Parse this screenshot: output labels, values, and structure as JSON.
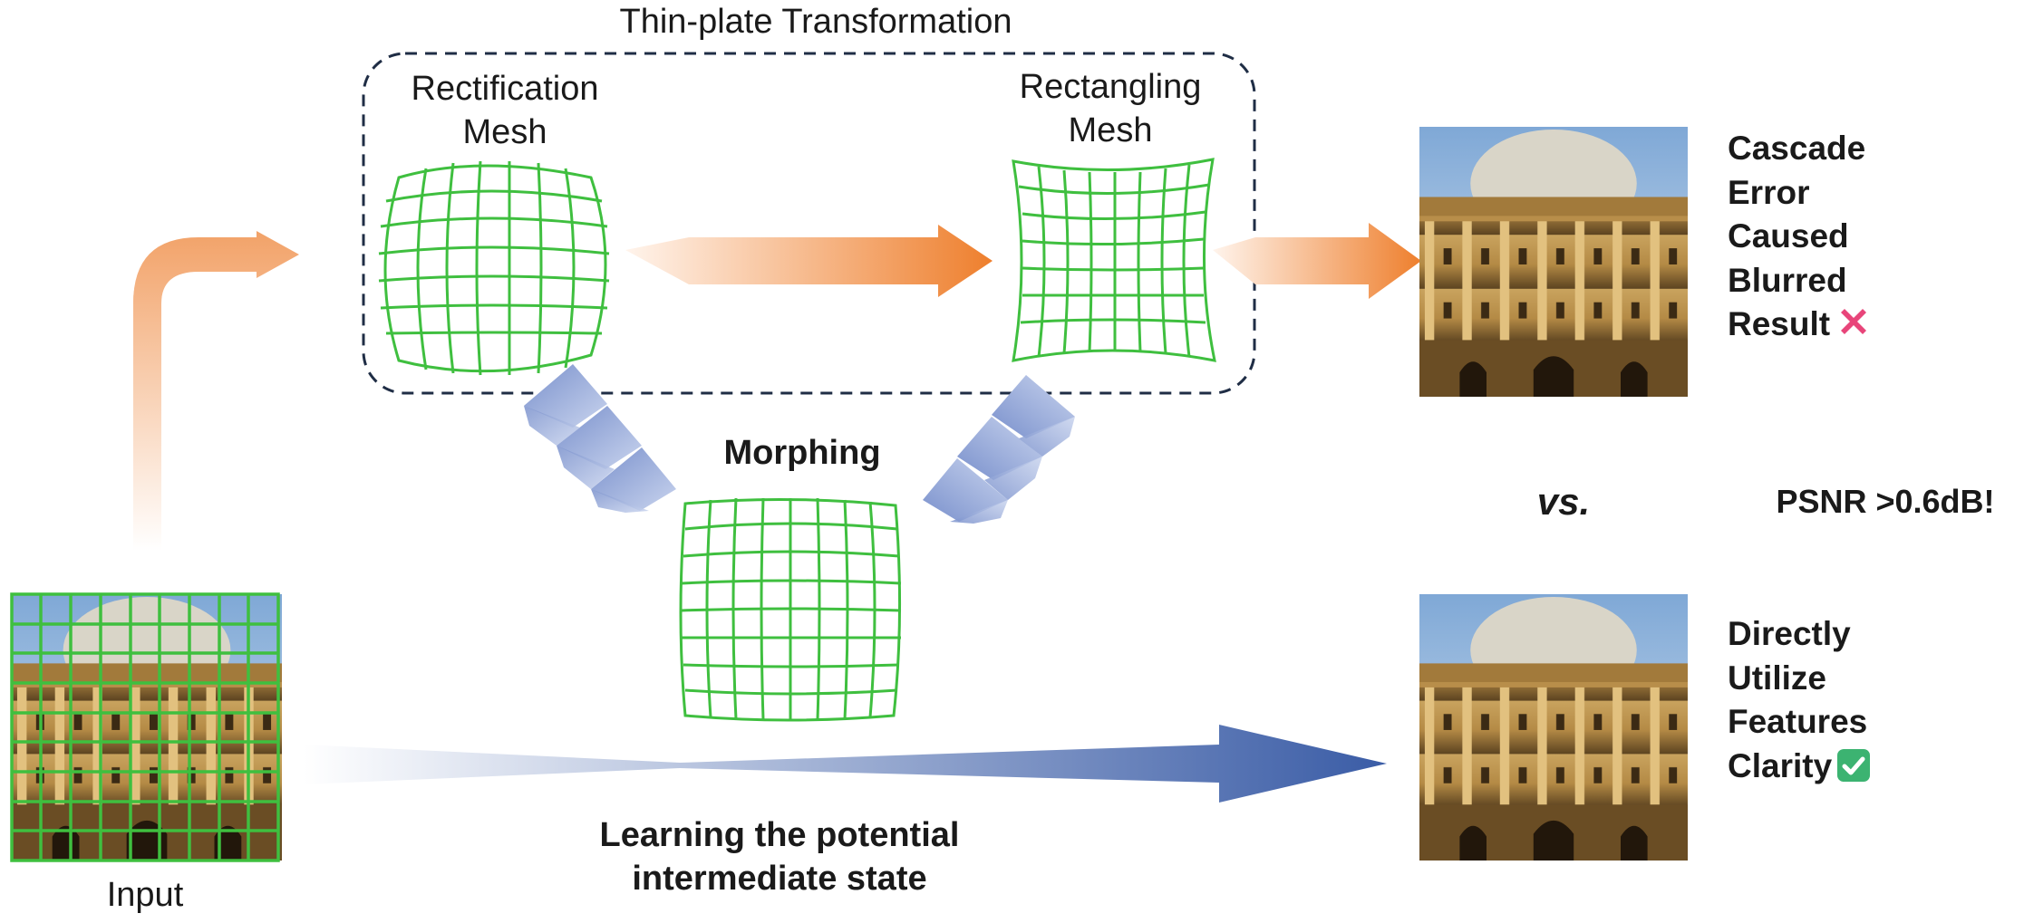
{
  "labels": {
    "thin_plate": "Thin-plate Transformation",
    "rectification_line1": "Rectification",
    "rectification_line2": "Mesh",
    "rectangling_line1": "Rectangling",
    "rectangling_line2": "Mesh",
    "morphing": "Morphing",
    "input": "Input",
    "learning_line1": "Learning the potential",
    "learning_line2": "intermediate state",
    "vs": "vs.",
    "psnr": "PSNR >0.6dB!"
  },
  "cascade_result": {
    "lines": [
      "Cascade",
      "Error",
      "Caused",
      "Blurred",
      "Result"
    ],
    "icon": "cross-mark-icon"
  },
  "direct_result": {
    "lines": [
      "Directly",
      "Utilize",
      "Features",
      "Clarity"
    ],
    "icon": "check-mark-icon"
  },
  "colors": {
    "orange_arrow": "#ee7f2d",
    "blue_arrow": "#3c5fa6",
    "chevron_blue": "#6f88c8",
    "mesh_green": "#3fbf3f",
    "dashed_box": "#1f2d45",
    "cross_mark": "#e8457a",
    "check_mark": "#3cb371"
  }
}
